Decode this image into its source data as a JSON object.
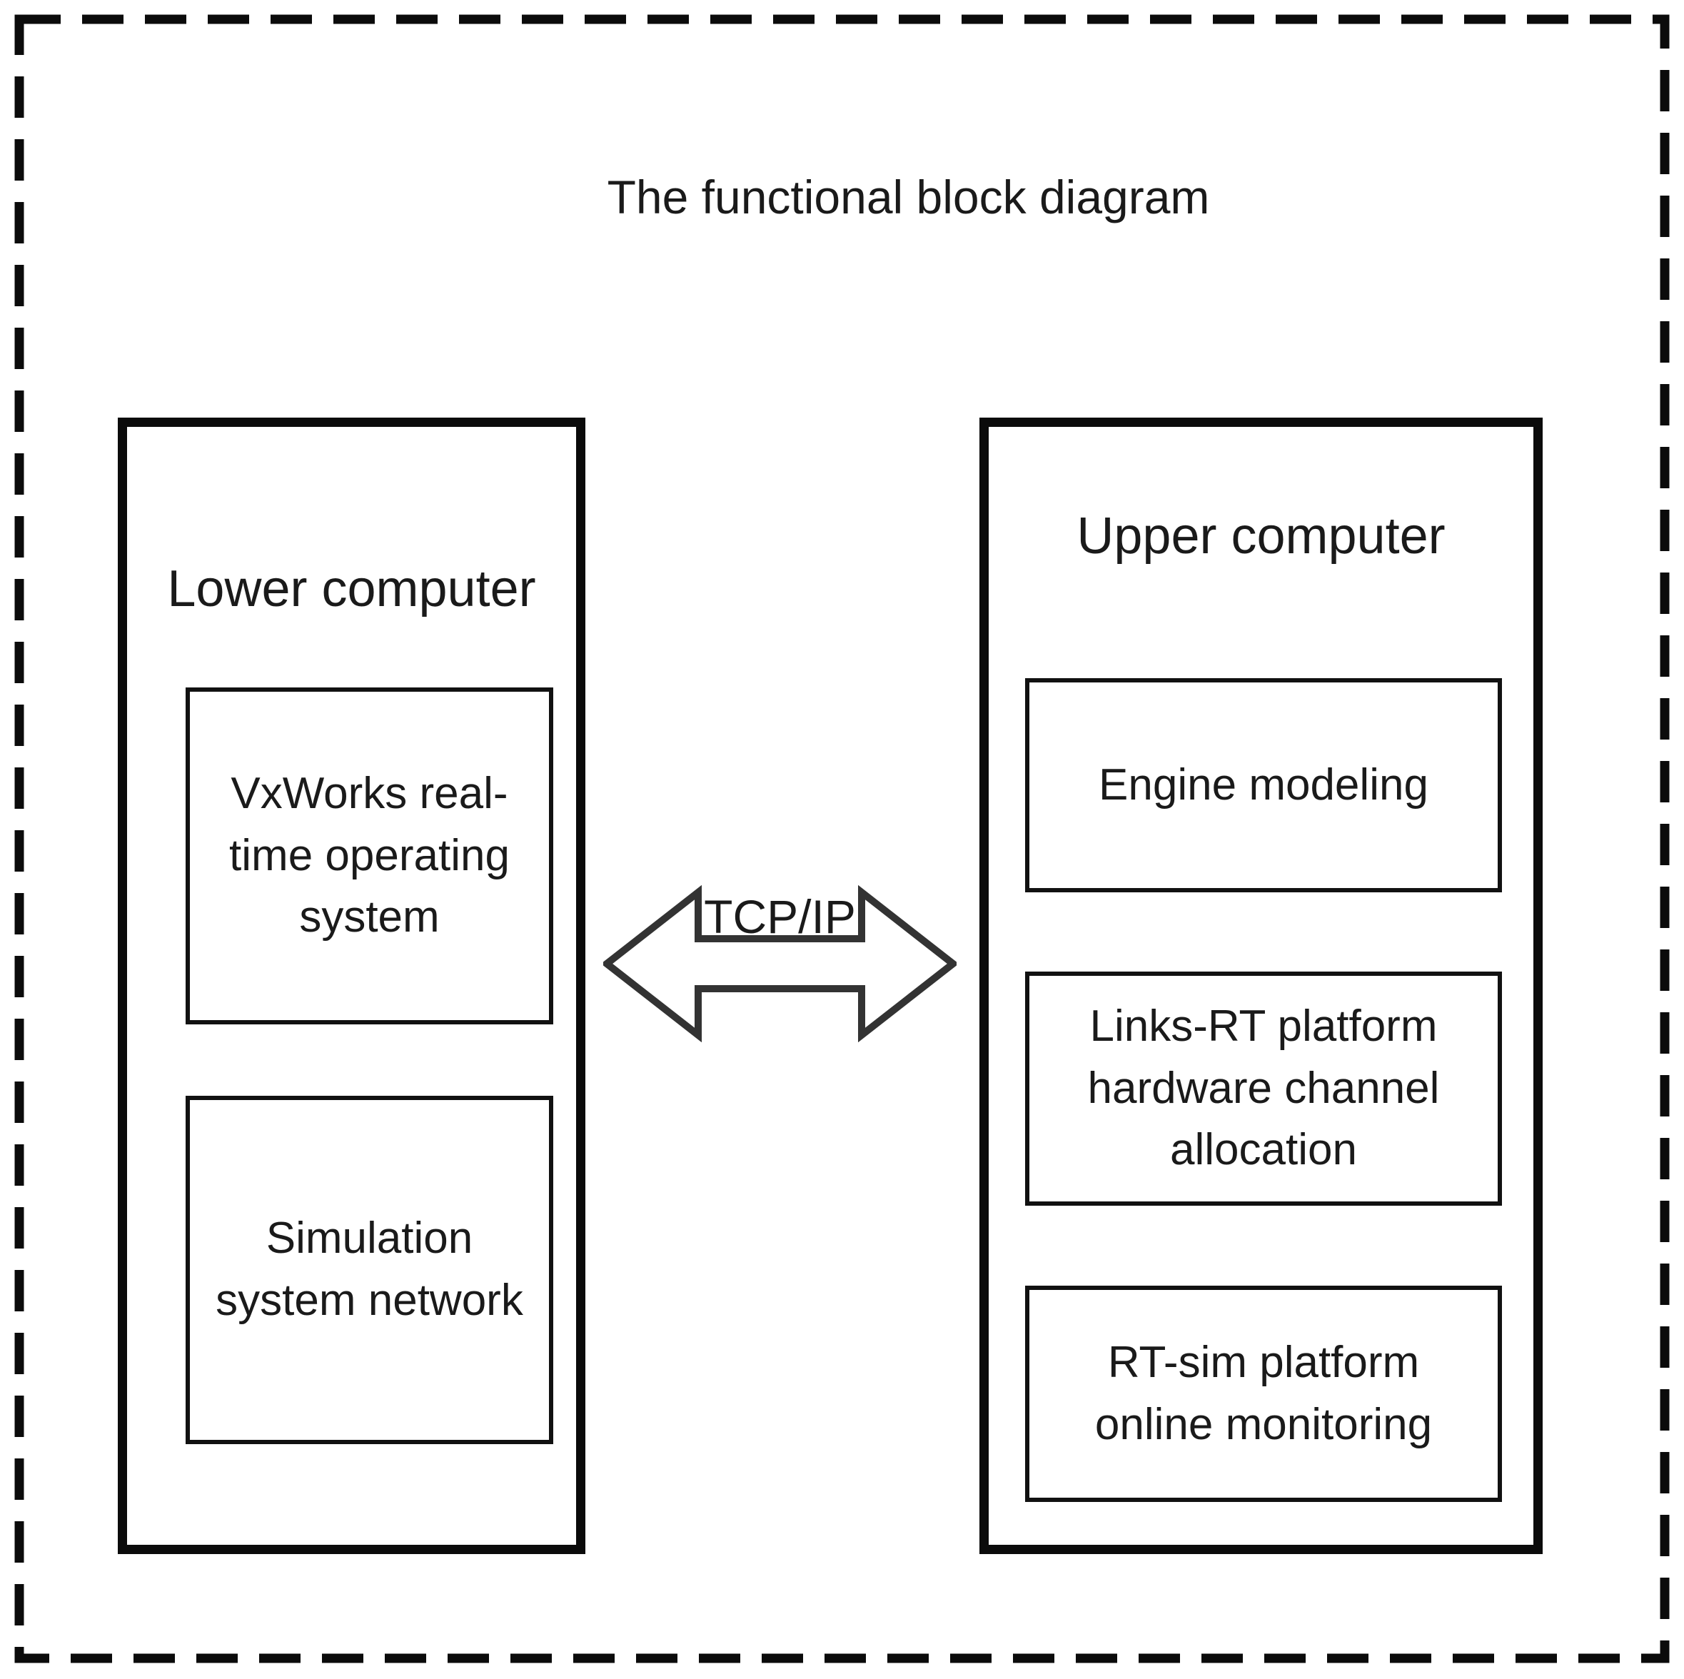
{
  "title": "The functional block diagram",
  "connection": {
    "label": "TCP/IP"
  },
  "groups": {
    "lower": {
      "title": "Lower computer",
      "blocks": [
        {
          "label": "VxWorks real-time operating system"
        },
        {
          "label": "Simulation system network"
        }
      ]
    },
    "upper": {
      "title": "Upper computer",
      "blocks": [
        {
          "label": "Engine modeling"
        },
        {
          "label": "Links-RT platform hardware channel allocation"
        },
        {
          "label": "RT-sim platform online monitoring"
        }
      ]
    }
  },
  "colors": {
    "text": "#1a1a1a",
    "box_line": "#0b0b0b",
    "arrow_outline": "#333333",
    "background": "#ffffff"
  }
}
